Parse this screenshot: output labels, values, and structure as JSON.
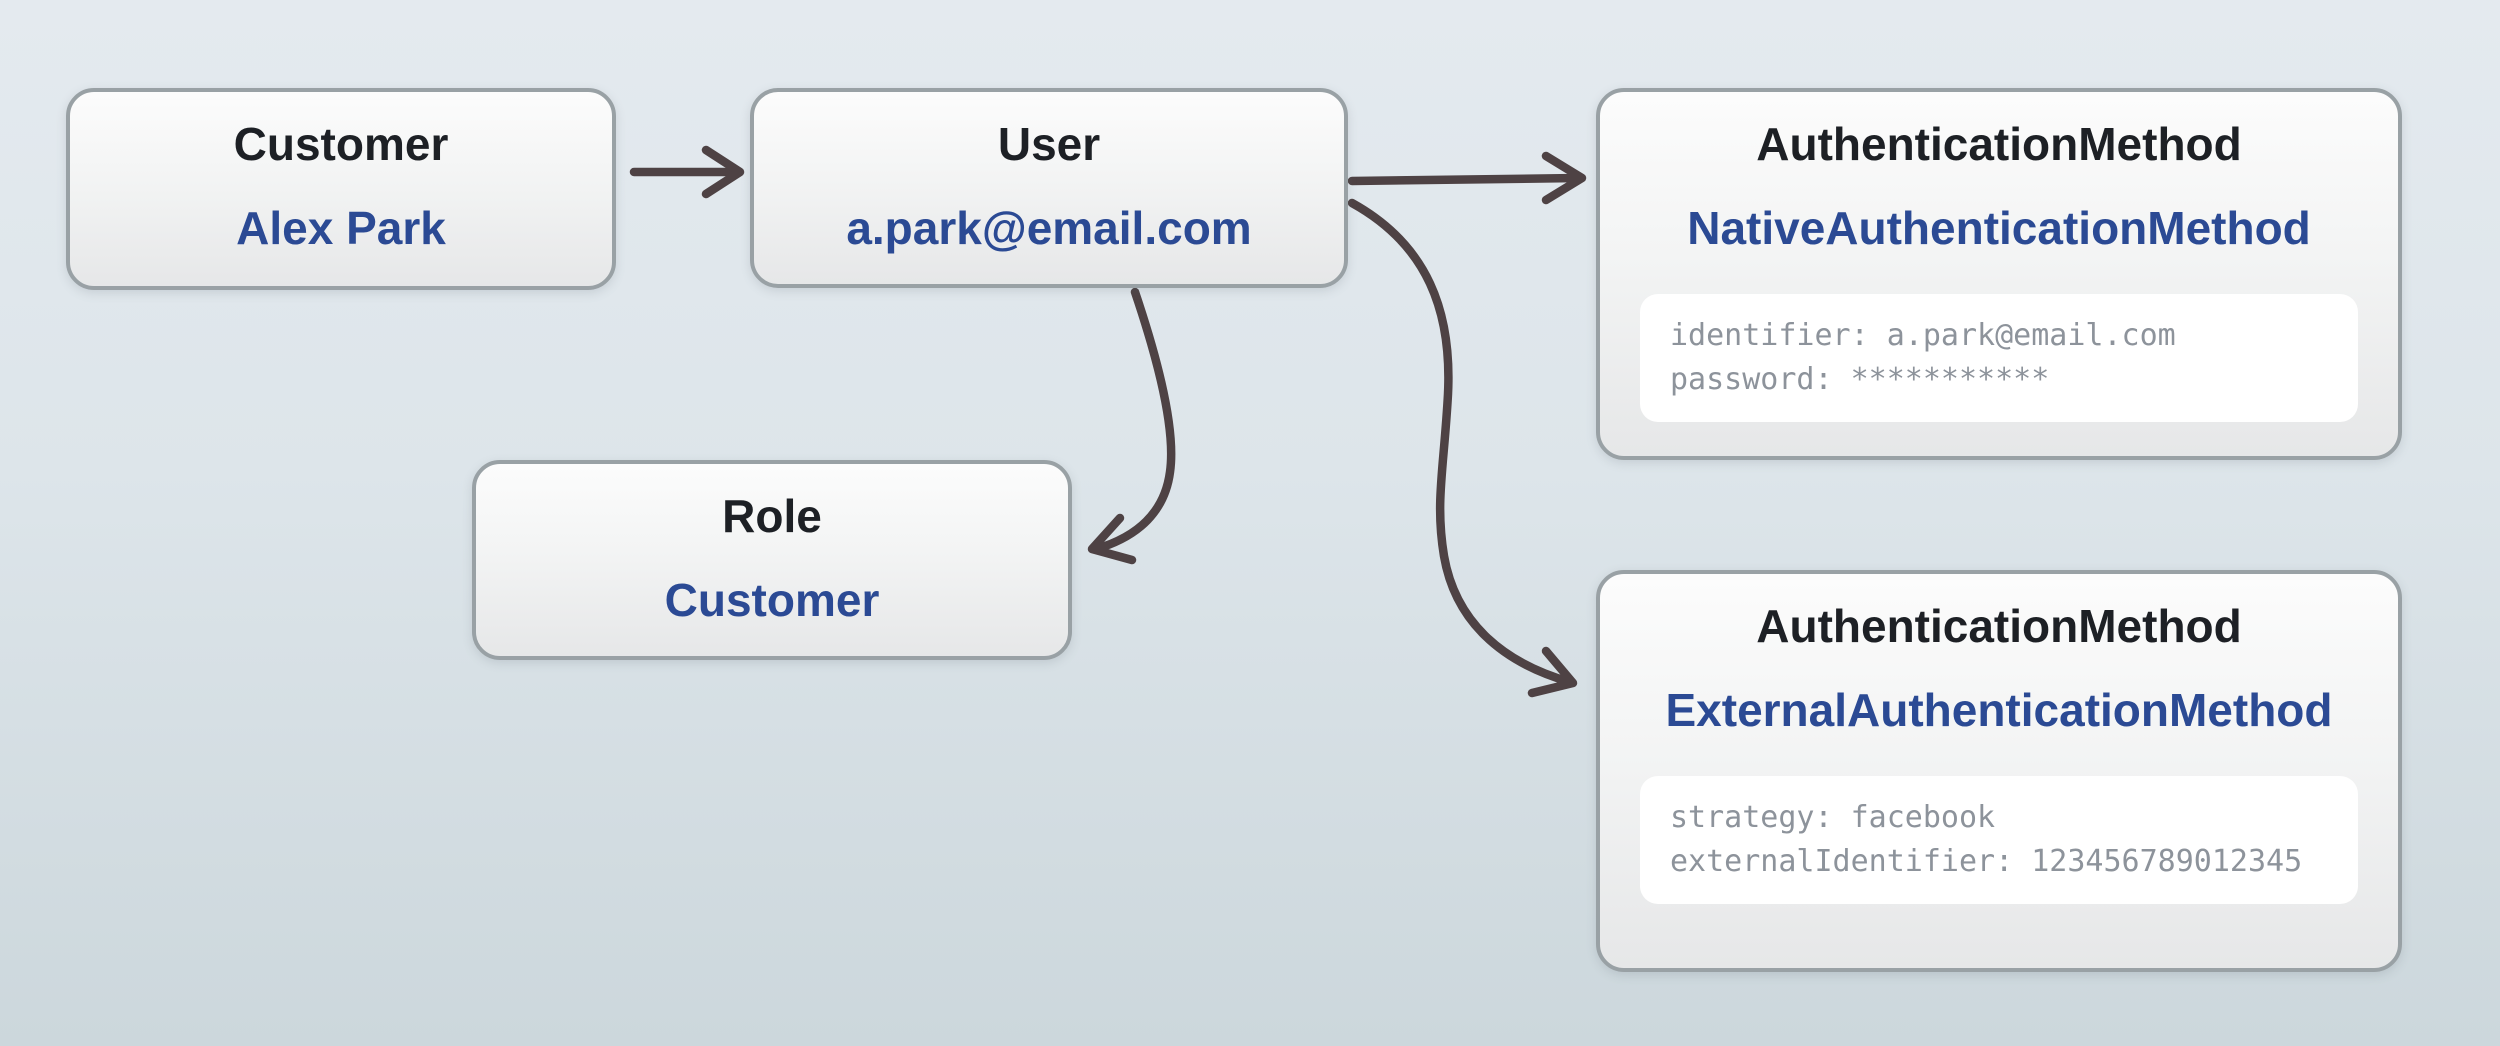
{
  "diagram": {
    "nodes": {
      "customer": {
        "title": "Customer",
        "value": "Alex Park"
      },
      "user": {
        "title": "User",
        "value": "a.park@email.com"
      },
      "role": {
        "title": "Role",
        "value": "Customer"
      },
      "native_auth": {
        "title": "AuthenticationMethod",
        "value": "NativeAuthenticationMethod",
        "attributes": [
          "identifier: a.park@email.com",
          "password: ***********"
        ]
      },
      "external_auth": {
        "title": "AuthenticationMethod",
        "value": "ExternalAuthenticationMethod",
        "attributes": [
          "strategy: facebook",
          "externalIdentifier: 123456789012345"
        ]
      }
    },
    "edges": [
      {
        "from": "customer",
        "to": "user"
      },
      {
        "from": "user",
        "to": "native_auth"
      },
      {
        "from": "user",
        "to": "role"
      },
      {
        "from": "user",
        "to": "external_auth"
      }
    ],
    "colors": {
      "node_title": "#1d2025",
      "node_value": "#2b4a94",
      "attribute_text": "#8d939b",
      "arrow": "#4e4244",
      "node_border": "#99a1a5",
      "background_top": "#e4eaef",
      "background_bottom": "#ccd7dc"
    }
  }
}
